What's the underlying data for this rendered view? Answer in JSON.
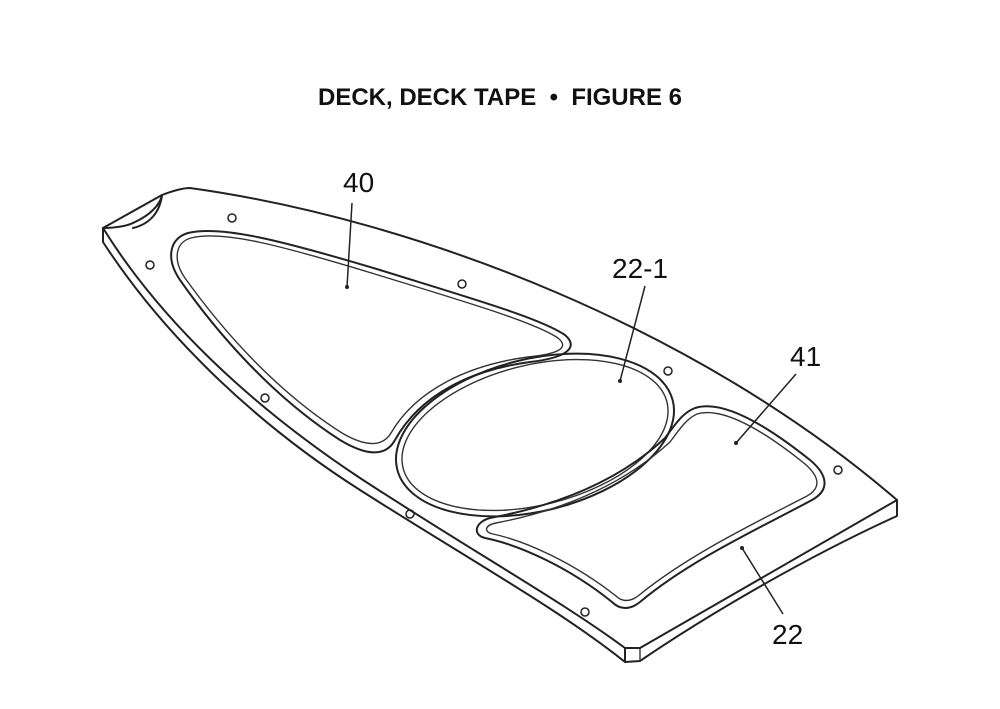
{
  "figure": {
    "title": "DECK, DECK TAPE  •  FIGURE 6"
  },
  "callouts": {
    "c40": "40",
    "c22_1": "22-1",
    "c41": "41",
    "c22": "22"
  }
}
